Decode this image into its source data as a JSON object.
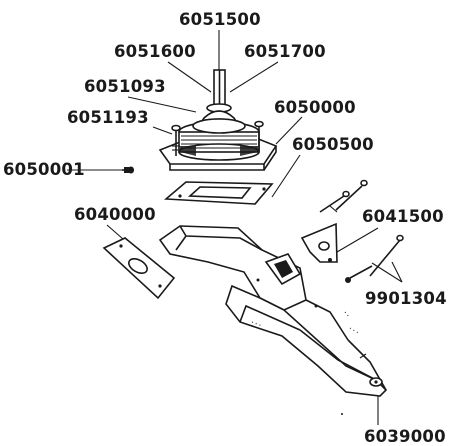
{
  "diagram": {
    "labels": {
      "p6051500": "6051500",
      "p6051600": "6051600",
      "p6051700": "6051700",
      "p6051093": "6051093",
      "p6051193": "6051193",
      "p6050000": "6050000",
      "p6050500": "6050500",
      "p6050001": "6050001",
      "p6040000": "6040000",
      "p6041500": "6041500",
      "p9901304": "9901304",
      "p6039000": "6039000"
    }
  }
}
